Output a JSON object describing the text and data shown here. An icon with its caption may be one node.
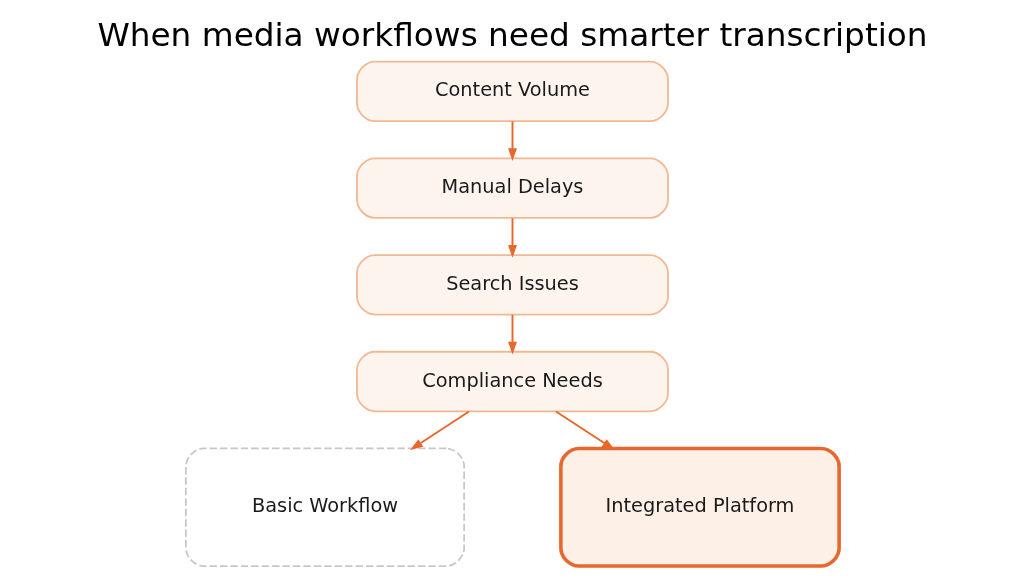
{
  "diagram": {
    "title": "When media workflows need smarter transcription",
    "nodes": [
      {
        "text": [
          "Content Volume"
        ]
      },
      {
        "text": [
          "Manual Delays"
        ]
      },
      {
        "text": [
          "Search Issues"
        ]
      },
      {
        "text": [
          "Compliance Needs"
        ]
      },
      {
        "text": [
          "Basic Workflow"
        ]
      },
      {
        "text": [
          "Integrated Platform"
        ]
      }
    ],
    "edges": [
      {
        "from": 0,
        "to": 1,
        "arrow": "to"
      },
      {
        "from": 1,
        "to": 2,
        "arrow": "to"
      },
      {
        "from": 2,
        "to": 3,
        "arrow": "to"
      },
      {
        "from": 3,
        "to": 4,
        "arrow": "to"
      },
      {
        "from": 3,
        "to": 5,
        "arrow": "to"
      }
    ]
  }
}
